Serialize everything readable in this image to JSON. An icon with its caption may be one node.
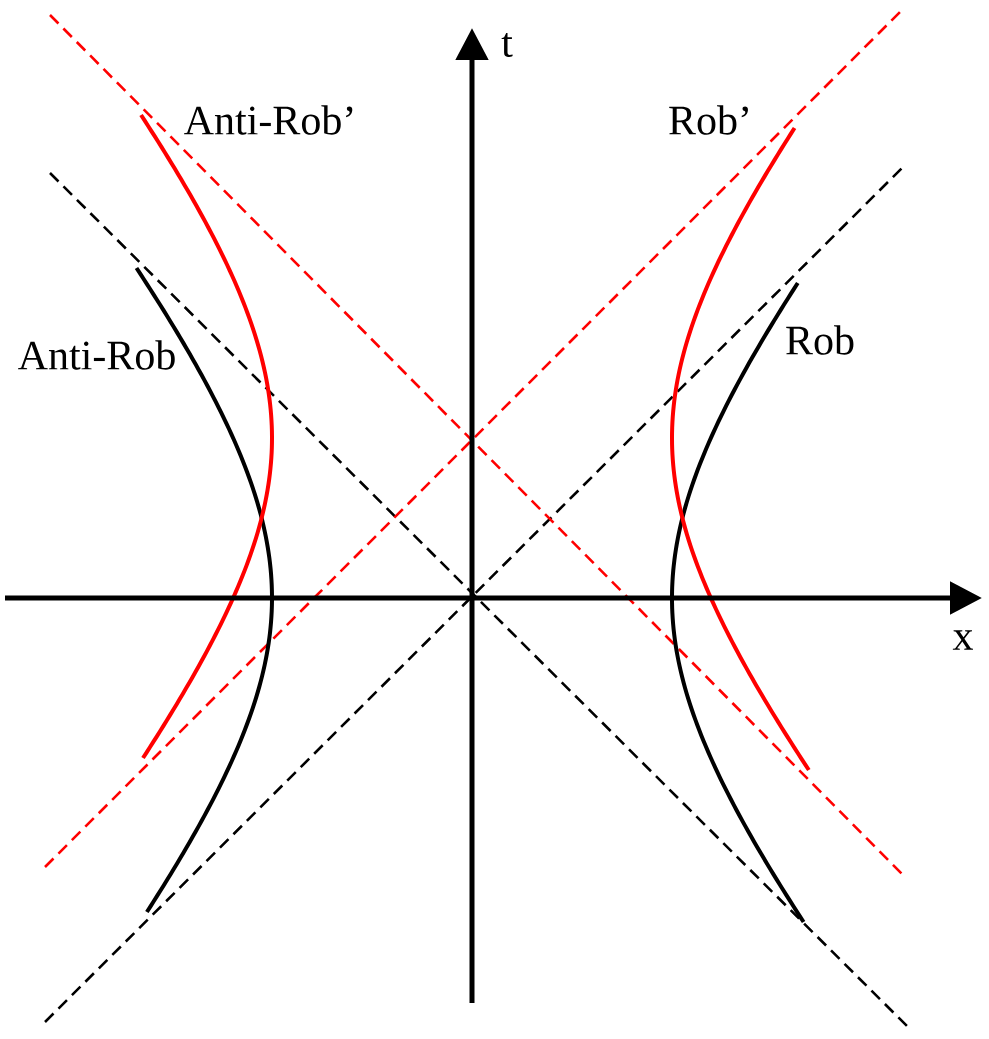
{
  "diagram": {
    "labels": [
      "t",
      "Anti-Rob’",
      "Rob’",
      "Anti-Rob",
      "Rob",
      "x"
    ]
  }
}
